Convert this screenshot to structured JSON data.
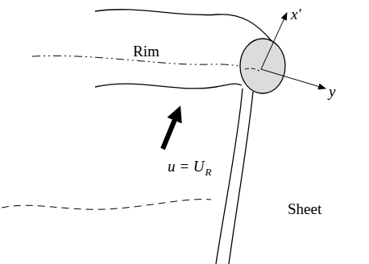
{
  "diagram": {
    "labels": [
      "Rim",
      "x'",
      "y",
      "u = U",
      "R",
      "Sheet"
    ]
  }
}
